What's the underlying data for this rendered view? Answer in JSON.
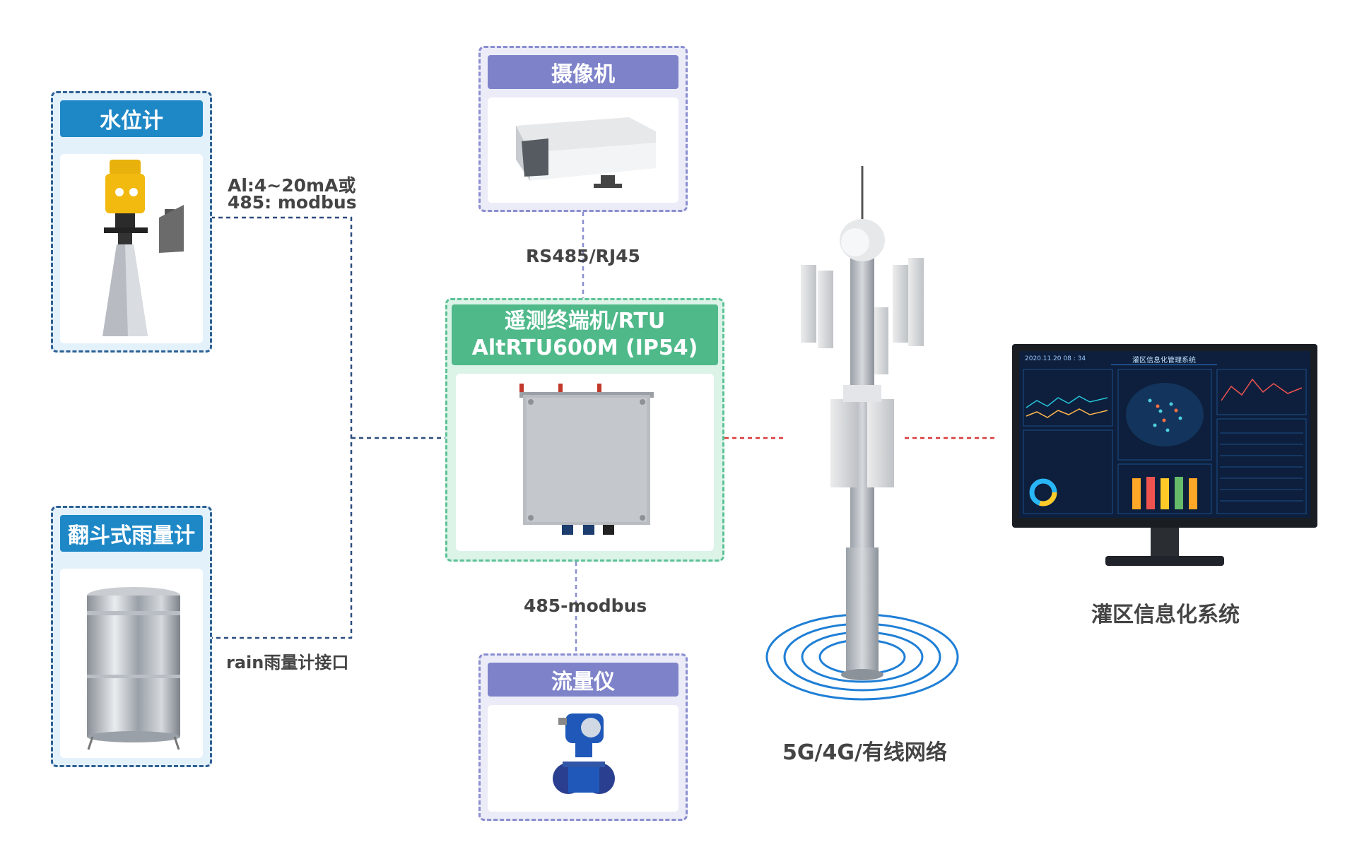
{
  "nodes": {
    "water_level": {
      "title": "水位计"
    },
    "rain_gauge": {
      "title": "翻斗式雨量计"
    },
    "camera": {
      "title": "摄像机"
    },
    "rtu": {
      "title_line1": "遥测终端机/RTU",
      "title_line2": "AltRTU600M (IP54)"
    },
    "flowmeter": {
      "title": "流量仪"
    }
  },
  "labels": {
    "water_level_interface_line1": "Al:4~20mA或",
    "water_level_interface_line2": "485: modbus",
    "rain_interface": "rain雨量计接口",
    "camera_interface": "RS485/RJ45",
    "flow_interface": "485-modbus",
    "network": "5G/4G/有线网络",
    "system": "灌区信息化系统"
  },
  "monitor_screen": {
    "time": "2020.11.20  08 : 34",
    "title": "灌区信息化管理系统"
  },
  "colors": {
    "blue_frame": "#2d5f93",
    "blue_header": "#1e88c7",
    "purple_frame": "#8a8ed0",
    "purple_header": "#7e83c9",
    "green_frame": "#5cc296",
    "green_header": "#4fb98a",
    "red_link": "#d83a3a",
    "navy_link": "#2b4c7e",
    "screen_bg": "#0d1f3c"
  },
  "icons": [
    "water-level-radar-icon",
    "rain-gauge-icon",
    "camera-icon",
    "rtu-box-icon",
    "flowmeter-icon",
    "cell-tower-icon",
    "monitor-icon"
  ]
}
